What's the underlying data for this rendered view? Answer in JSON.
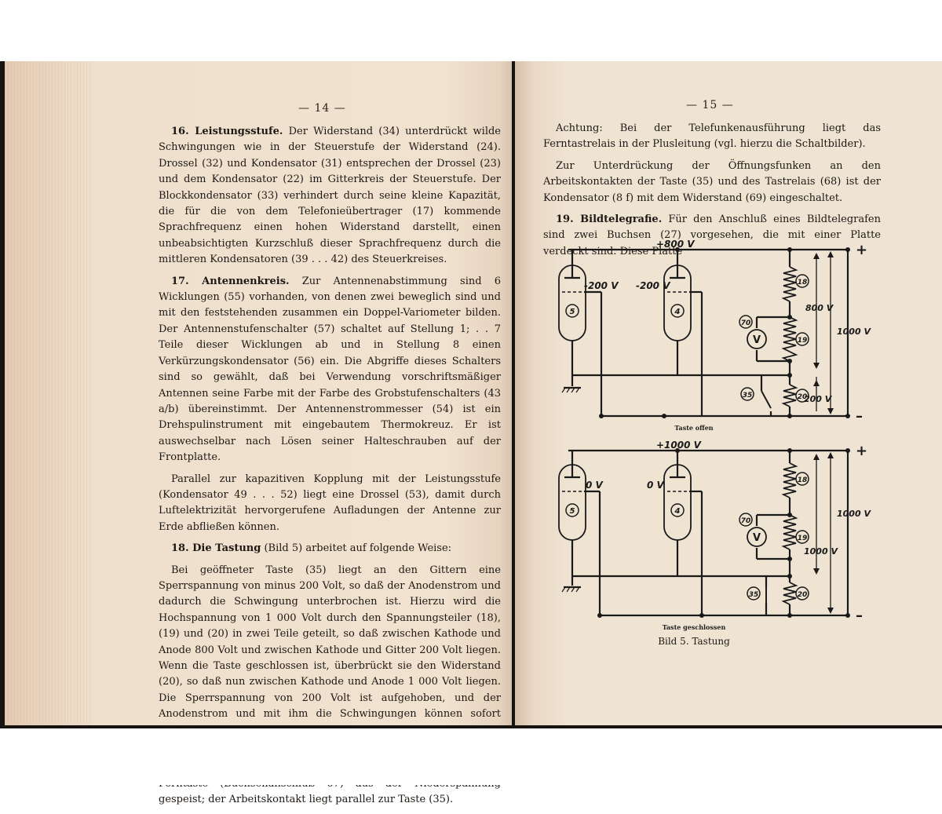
{
  "left_page": {
    "page_number": "— 14 —",
    "paragraphs": [
      {
        "heading": "16. Leistungsstufe.",
        "text": " Der Widerstand (34) unterdrückt wilde Schwingungen wie in der Steuerstufe der Widerstand (24). Drossel (32) und Kondensator (31) entsprechen der Drossel (23) und dem Kondensator (22) im Gitterkreis der Steuerstufe. Der Blockkondensator (33) verhindert durch seine kleine Kapazität, die für die von dem Telefonieübertrager (17) kommende Sprachfrequenz einen hohen Widerstand darstellt, einen unbeabsichtigten Kurzschluß dieser Sprachfrequenz durch die mittleren Kondensatoren (39 . . . 42) des Steuerkreises."
      },
      {
        "heading": "17. Antennenkreis.",
        "text": " Zur Antennenabstimmung sind 6 Wicklungen (55) vorhanden, von denen zwei beweglich sind und mit den feststehenden zusammen ein Doppel-Variometer bilden. Der Antennenstufenschalter (57) schaltet auf Stellung 1; . . 7 Teile dieser Wicklungen ab und in Stellung 8 einen Verkürzungskondensator (56) ein. Die Abgriffe dieses Schalters sind so gewählt, daß bei Verwendung vorschriftsmäßiger Antennen seine Farbe mit der Farbe des Grobstufenschalters (43 a/b) übereinstimmt. Der Antennenstrommesser (54) ist ein Drehspulinstrument mit eingebautem Thermokreuz. Er ist auswechselbar nach Lösen seiner Halteschrauben auf der Frontplatte."
      },
      {
        "heading": "",
        "text": "Parallel zur kapazitiven Kopplung mit der Leistungsstufe (Kondensator 49 . . . 52) liegt eine Drossel (53), damit durch Luftelektrizität hervorgerufene Aufladungen der Antenne zur Erde abfließen können."
      },
      {
        "heading": "18. Die Tastung",
        "text": " (Bild 5) arbeitet auf folgende Weise:"
      },
      {
        "heading": "",
        "text": "Bei geöffneter Taste (35) liegt an den Gittern eine Sperrspannung von minus 200 Volt, so daß der Anodenstrom und dadurch die Schwingung unterbrochen ist. Hierzu wird die Hochspannung von 1 000 Volt durch den Spannungsteiler (18), (19) und (20) in zwei Teile geteilt, so daß zwischen Kathode und Anode 800 Volt und zwischen Kathode und Gitter 200 Volt liegen. Wenn die Taste geschlossen ist, überbrückt sie den Widerstand (20), so daß nun zwischen Kathode und Anode 1 000 Volt liegen. Die Sperrspannung von 200 Volt ist aufgehoben, und der Anodenstrom und mit ihm die Schwingungen können sofort einsetzen."
      },
      {
        "heading": "",
        "text": "Die Tastung kann auch als Ferntastung über das Tastrelais (68) erfolgen. Die Wicklung des Relais wird beim Betätigen der Ferntaste (Buchsenanschluß 67) aus der Niederspannung gespeist; der Arbeitskontakt liegt parallel zur Taste (35)."
      }
    ]
  },
  "right_page": {
    "page_number": "— 15 —",
    "paragraphs": [
      {
        "heading": "",
        "text": "Achtung: Bei der Telefunkenausführung liegt das Ferntastrelais in der Plusleitung (vgl. hierzu die Schaltbilder)."
      },
      {
        "heading": "",
        "text": "Zur Unterdrückung der Öffnungsfunken an den Arbeitskontakten der Taste (35) und des Tastrelais (68) ist der Kondensator (8 f) mit dem Widerstand (69) eingeschaltet."
      },
      {
        "heading": "19. Bildtelegrafie.",
        "text": " Für den Anschluß eines Bildtelegrafen sind zwei Buchsen (27) vorgesehen, die mit einer Platte verdeckt sind. Diese Platte"
      }
    ],
    "figure": {
      "diagram_open": {
        "supply_label": "+800 V",
        "grid_left": "-200 V",
        "grid_right": "-200 V",
        "tube_left": "5",
        "tube_right": "4",
        "resistor_top": "18",
        "resistor_mid": "19",
        "resistor_bottom": "20",
        "meter": "V",
        "meter_number": "70",
        "key_number": "35",
        "v_upper": "800 V",
        "v_lower": "200 V",
        "v_total": "1000 V",
        "plus": "+",
        "minus": "–",
        "caption": "Taste offen"
      },
      "diagram_closed": {
        "supply_label": "+1000 V",
        "grid_left": "0 V",
        "grid_right": "0 V",
        "tube_left": "5",
        "tube_right": "4",
        "resistor_top": "18",
        "resistor_mid": "19",
        "resistor_bottom": "20",
        "meter": "V",
        "meter_number": "70",
        "key_number": "35",
        "v_inner": "1000 V",
        "v_total": "1000 V",
        "plus": "+",
        "minus": "–",
        "caption": "Taste geschlossen"
      },
      "title": "Bild 5.  Tastung"
    }
  }
}
